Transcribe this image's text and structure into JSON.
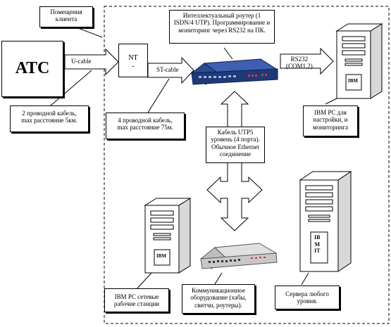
{
  "labels": {
    "ats": "АТС",
    "client_premises": [
      "Помещения",
      "клиента"
    ],
    "u_cable": "U-cable",
    "nt_line1": "NT",
    "nt_line2": "-",
    "st_cable": "ST-cable",
    "router_desc": [
      "Интеллектуальный роутер (1",
      "ISDN/4 UTP). Программирование и",
      "мониторинг через RS232 на ПК."
    ],
    "rs232": [
      "RS232",
      "(COM1,2)"
    ],
    "cable_2wire": [
      "2 проводной кабель,",
      "max расстояние 5км."
    ],
    "cable_4wire": [
      "4 проводной кабель,",
      "max расстояние 75м."
    ],
    "utp_desc": [
      "Кабель UTP5",
      "уровень (4 порта).",
      "Обычное Ethernet",
      "соединение"
    ],
    "ibm_config": [
      "IBM PC для",
      "настройки, и",
      "мониторинга"
    ],
    "ibm_workstations": [
      "IBM PC сетевые",
      "рабочие станции"
    ],
    "comm_equipment": [
      "Коммуникационное",
      "оборудование (хабы,",
      "свитчи, роутеры)."
    ],
    "servers": [
      "Сервера любого",
      "уровня."
    ],
    "ibm_logo_pc": "IBM",
    "ibm_logo_server": [
      "IB",
      "M",
      "IT"
    ]
  },
  "colors": {
    "router": "#1f3a78",
    "router_top": "#3f5fb0",
    "led": "#e63030",
    "hub": "#c8c8c8"
  }
}
